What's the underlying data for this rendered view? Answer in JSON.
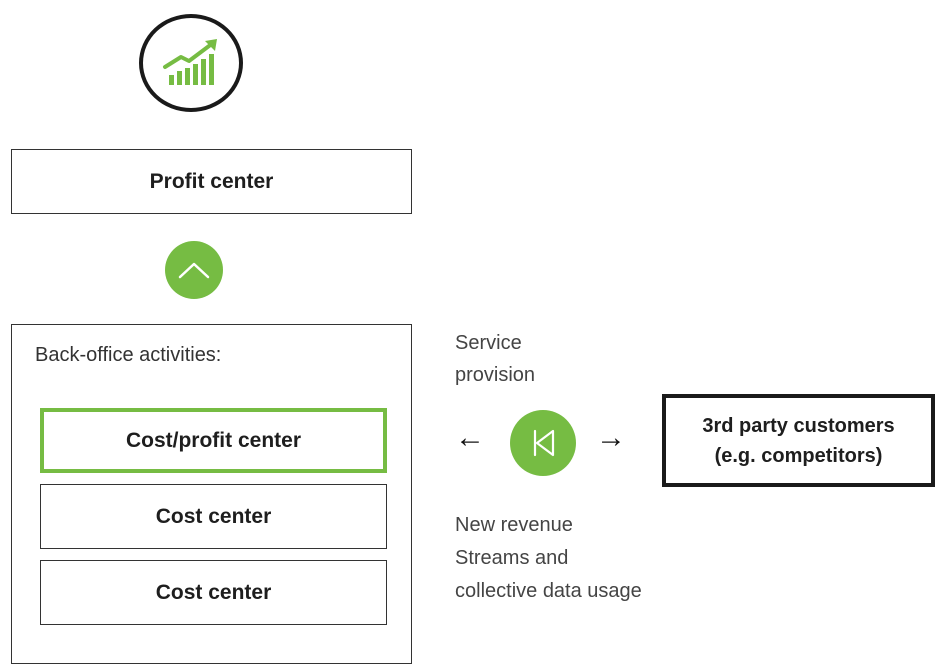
{
  "profit_center": {
    "label": "Profit center"
  },
  "back_office": {
    "label": "Back-office activities:",
    "items": [
      {
        "label": "Cost/profit center"
      },
      {
        "label": "Cost center"
      },
      {
        "label": "Cost center"
      }
    ]
  },
  "service": {
    "lines": [
      "Service",
      "provision"
    ]
  },
  "arrows": {
    "left": "←",
    "right": "→"
  },
  "third_party": {
    "lines": [
      "3rd party customers",
      "(e.g. competitors)"
    ]
  },
  "revenue": {
    "lines": [
      "New revenue",
      "Streams and",
      "collective data usage"
    ]
  },
  "colors": {
    "accent": "#76bc43",
    "border": "#1a1a1a"
  },
  "icons": {
    "top": "growth-chart-icon",
    "up": "chevron-up-icon",
    "skip": "skip-back-icon"
  }
}
